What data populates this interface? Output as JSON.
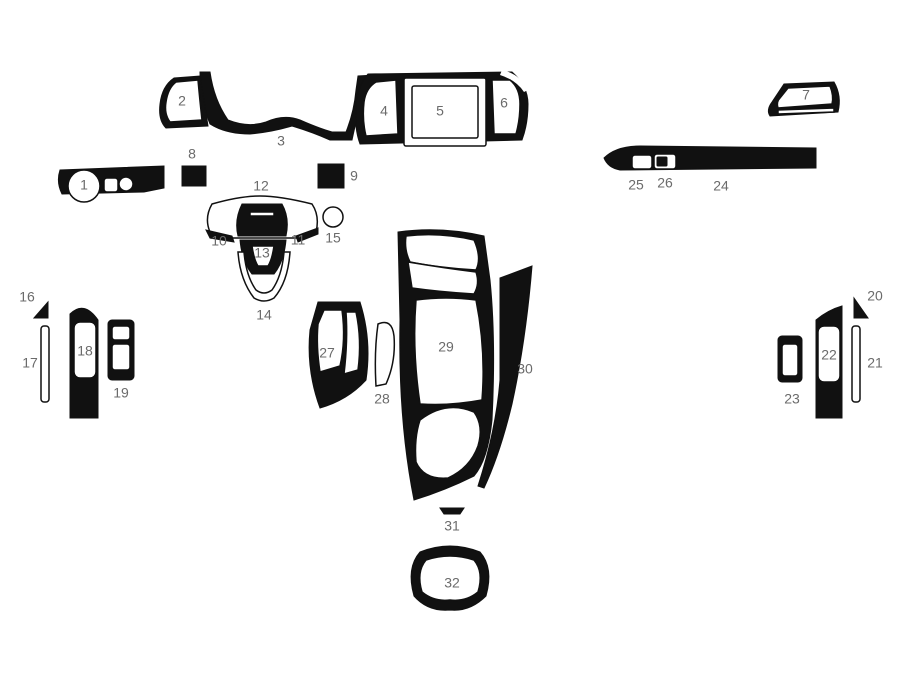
{
  "colors": {
    "trim": "#111111",
    "label": "#6b6b6b",
    "background": "#ffffff"
  },
  "pieces": [
    {
      "id": "p1",
      "label": "1"
    },
    {
      "id": "p2",
      "label": "2"
    },
    {
      "id": "p3",
      "label": "3"
    },
    {
      "id": "p4",
      "label": "4"
    },
    {
      "id": "p5",
      "label": "5"
    },
    {
      "id": "p6",
      "label": "6"
    },
    {
      "id": "p7",
      "label": "7"
    },
    {
      "id": "p8",
      "label": "8"
    },
    {
      "id": "p9",
      "label": "9"
    },
    {
      "id": "p10",
      "label": "10"
    },
    {
      "id": "p11",
      "label": "11"
    },
    {
      "id": "p12",
      "label": "12"
    },
    {
      "id": "p13",
      "label": "13"
    },
    {
      "id": "p14",
      "label": "14"
    },
    {
      "id": "p15",
      "label": "15"
    },
    {
      "id": "p16",
      "label": "16"
    },
    {
      "id": "p17",
      "label": "17"
    },
    {
      "id": "p18",
      "label": "18"
    },
    {
      "id": "p19",
      "label": "19"
    },
    {
      "id": "p20",
      "label": "20"
    },
    {
      "id": "p21",
      "label": "21"
    },
    {
      "id": "p22",
      "label": "22"
    },
    {
      "id": "p23",
      "label": "23"
    },
    {
      "id": "p24",
      "label": "24"
    },
    {
      "id": "p25",
      "label": "25"
    },
    {
      "id": "p26",
      "label": "26"
    },
    {
      "id": "p27",
      "label": "27"
    },
    {
      "id": "p28",
      "label": "28"
    },
    {
      "id": "p29",
      "label": "29"
    },
    {
      "id": "p30",
      "label": "30"
    },
    {
      "id": "p31",
      "label": "31"
    },
    {
      "id": "p32",
      "label": "32"
    }
  ]
}
